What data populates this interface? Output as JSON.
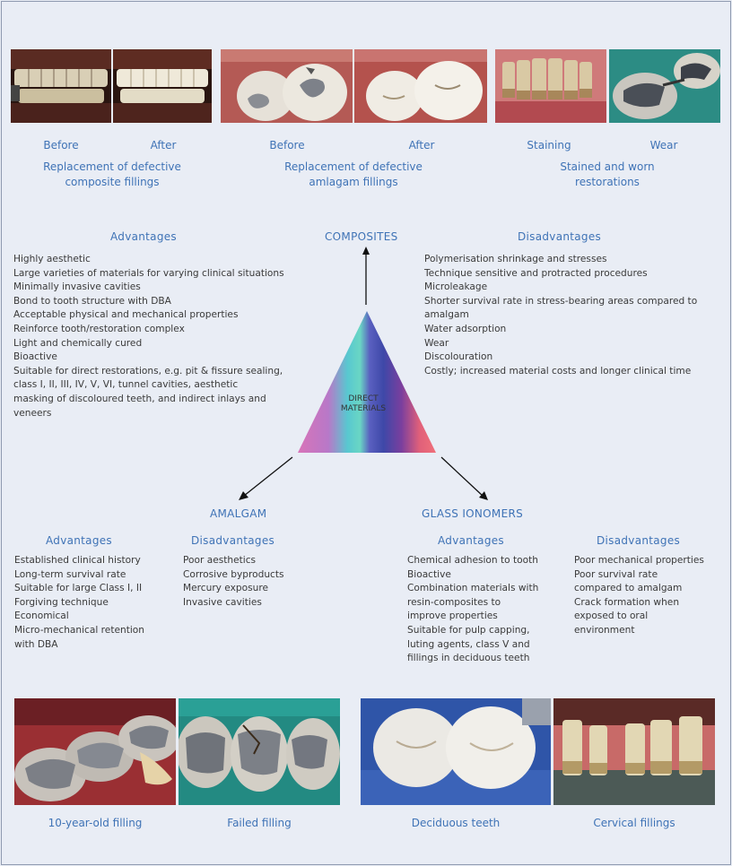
{
  "top_captions": {
    "before1": "Before",
    "after1": "After",
    "title1": "Replacement of defective composite fillings",
    "before2": "Before",
    "after2": "After",
    "title2": "Replacement of defective amlagam fillings",
    "staining": "Staining",
    "wear": "Wear",
    "title3": "Stained and worn restorations"
  },
  "composites": {
    "title": "COMPOSITES",
    "advantages_heading": "Advantages",
    "advantages": [
      "Highly aesthetic",
      "Large varieties of materials for varying clinical situations",
      "Minimally invasive cavities",
      "Bond to tooth structure with DBA",
      "Acceptable physical and mechanical properties",
      "Reinforce tooth/restoration complex",
      "Light and chemically cured",
      "Bioactive",
      "Suitable for direct restorations, e.g. pit & fissure sealing,",
      "class I, II, III, IV, V, VI, tunnel cavities, aesthetic",
      "masking of discoloured teeth, and indirect inlays and",
      "veneers"
    ],
    "disadvantages_heading": "Disadvantages",
    "disadvantages": [
      "Polymerisation shrinkage and stresses",
      "Technique sensitive and protracted procedures",
      "Microleakage",
      "Shorter survival rate in stress-bearing areas compared to",
      "amalgam",
      "Water adsorption",
      "Wear",
      "Discolouration",
      "Costly; increased material costs and longer clinical time"
    ]
  },
  "center": {
    "line1": "DIRECT",
    "line2": "MATERIALS"
  },
  "amalgam": {
    "title": "AMALGAM",
    "advantages_heading": "Advantages",
    "advantages": [
      "Established clinical history",
      "Long-term survival rate",
      "Suitable for large Class I, II",
      "Forgiving technique",
      "Economical",
      "Micro-mechanical retention",
      "with DBA"
    ],
    "disadvantages_heading": "Disadvantages",
    "disadvantages": [
      "Poor aesthetics",
      "Corrosive byproducts",
      "Mercury exposure",
      "Invasive cavities"
    ]
  },
  "glass_ionomers": {
    "title": "GLASS IONOMERS",
    "advantages_heading": "Advantages",
    "advantages": [
      "Chemical adhesion to tooth",
      "Bioactive",
      "Combination materials with",
      "resin-composites to",
      "improve properties",
      "Suitable for pulp capping,",
      "luting agents, class V and",
      "fillings in deciduous teeth"
    ],
    "disadvantages_heading": "Disadvantages",
    "disadvantages": [
      "Poor mechanical properties",
      "Poor survival rate",
      "compared to amalgam",
      "Crack formation when",
      "exposed to oral",
      "environment"
    ]
  },
  "bottom_captions": {
    "c1": "10-year-old filling",
    "c2": "Failed filling",
    "c3": "Deciduous teeth",
    "c4": "Cervical fillings"
  }
}
